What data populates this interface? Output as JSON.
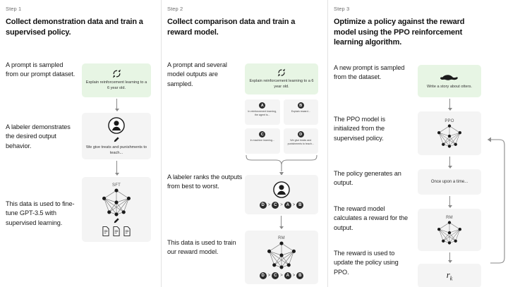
{
  "columns": [
    {
      "kicker": "Step 1",
      "title": "Collect demonstration data and train a supervised policy.",
      "captions": [
        "A prompt is sampled from our prompt dataset.",
        "A labeler demonstrates the desired output behavior.",
        "This data is used to fine-tune GPT-3.5 with supervised learning."
      ],
      "prompt_box": {
        "text": "Explain reinforcement learning to a 6 year old.",
        "icon": "refresh-circle-icon"
      },
      "labeler_box": {
        "caption": "We give treats and punishments to teach...",
        "icon": "labeler-avatar-icon"
      },
      "model_box": {
        "label": "SFT",
        "icon": "neural-network-icon"
      }
    },
    {
      "kicker": "Step 2",
      "title": "Collect comparison data and train a reward model.",
      "captions": [
        "A prompt and several model outputs are sampled.",
        "A labeler ranks the outputs from best to worst.",
        "This data is used to train our reward model."
      ],
      "prompt_box": {
        "text": "Explain reinforcement learning to a 6 year old.",
        "icon": "refresh-circle-icon"
      },
      "outputs": [
        {
          "letter": "A",
          "text": "In reinforcement learning, the agent is..."
        },
        {
          "letter": "B",
          "text": "Explain reward..."
        },
        {
          "letter": "C",
          "text": "In machine learning..."
        },
        {
          "letter": "D",
          "text": "We give treats and punishments to teach..."
        }
      ],
      "ranking": [
        "D",
        "C",
        "A",
        "B"
      ],
      "labeler_box": {
        "icon": "labeler-avatar-icon"
      },
      "model_box": {
        "label": "RM",
        "icon": "neural-network-icon"
      }
    },
    {
      "kicker": "Step 3",
      "title": "Optimize a policy against the reward model using the PPO reinforcement learning algorithm.",
      "captions": [
        "A new prompt is sampled from the dataset.",
        "The PPO model is initialized from the supervised policy.",
        "The policy generates an output.",
        "The reward model calculates a reward for the output.",
        "The reward is used to update the policy using PPO."
      ],
      "prompt_box": {
        "text": "Write a story about otters.",
        "icon": "otter-icon"
      },
      "policy_box": {
        "label": "PPO",
        "icon": "neural-network-icon"
      },
      "output_box": {
        "text": "Once upon a time..."
      },
      "reward_model_box": {
        "label": "RM",
        "icon": "neural-network-icon"
      },
      "reward_box": {
        "symbol": "r",
        "subscript": "k"
      }
    }
  ],
  "colors": {
    "prompt_green": "#e7f5e4",
    "box_grey": "#f4f4f4",
    "divider": "#e3e3e3",
    "arrow": "#8a8a8a"
  }
}
